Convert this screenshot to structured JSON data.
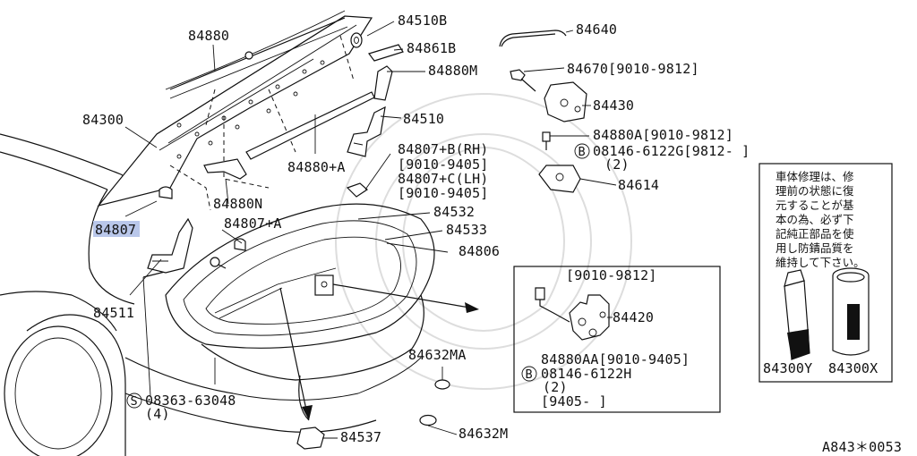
{
  "diagram": {
    "part_labels": {
      "p84880": "84880",
      "p84510B": "84510B",
      "p84861B": "84861B",
      "p84880M": "84880M",
      "p84640": "84640",
      "p84670": "84670[9010-9812]",
      "p84430": "84430",
      "p84880A": "84880A[9010-9812]",
      "p08146G": "08146-6122G[9812-     ]",
      "p08146G_qty": "(2)",
      "p84300": "84300",
      "p84510": "84510",
      "p84807B": "84807+B(RH)",
      "p84807B_date": "[9010-9405]",
      "p84807C": "84807+C(LH)",
      "p84807C_date": "[9010-9405]",
      "p84880A_plus": "84880+A",
      "p84614": "84614",
      "p84880N": "84880N",
      "p84807": "84807",
      "p84807A": "84807+A",
      "p84532": "84532",
      "p84533": "84533",
      "p84806": "84806",
      "p84511": "84511",
      "p84420": "84420",
      "p84880AA": "84880AA[9010-9405]",
      "p08146H": "08146-6122H",
      "p08146H_qty": "(2)",
      "p08146H_date": "[9405-     ]",
      "p84632MA": "84632MA",
      "p08363": "08363-63048",
      "p08363_qty": "(4)",
      "p84537": "84537",
      "p84632M": "84632M",
      "p84300Y": "84300Y",
      "p84300X": "84300X",
      "inset_date": "[9010-9812]",
      "circle_b": "B",
      "circle_s": "S"
    },
    "note_lines": [
      "車体修理は、修",
      "理前の状態に復",
      "元することが基",
      "本の為、必ず下",
      "記純正部品を使",
      "用し防錆品質を",
      "維持して下さい。"
    ],
    "diagram_code": "A843＊0053",
    "highlight_color": "#b9c7ea"
  }
}
